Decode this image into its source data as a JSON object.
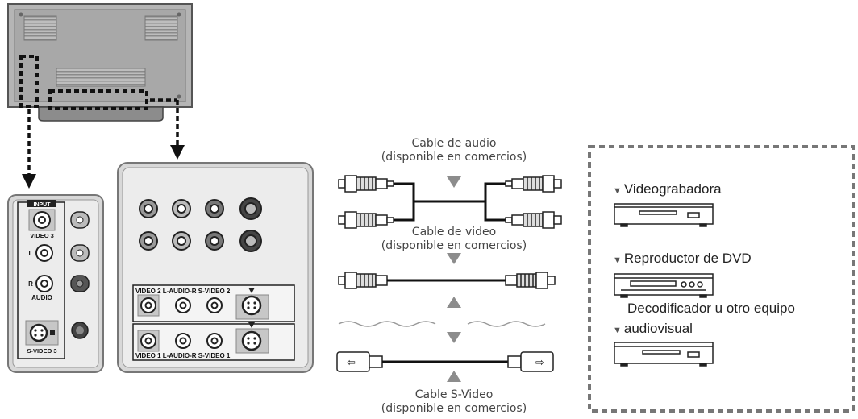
{
  "cables": {
    "audio": {
      "line1": "Cable de audio",
      "line2": "(disponible en comercios)"
    },
    "video": {
      "line1": "Cable de video",
      "line2": "(disponible en comercios)"
    },
    "svideo": {
      "line1": "Cable S-Video",
      "line2": "(disponible en comercios)"
    }
  },
  "devices": {
    "vcr": "Videograbadora",
    "dvd": "Reproductor de DVD",
    "decoder_line1": "Decodificador u otro equipo",
    "decoder_line2": "audiovisual"
  },
  "side_panel": {
    "input": "INPUT",
    "video3": "VIDEO 3",
    "l": "L",
    "r": "R",
    "audio": "AUDIO",
    "svideo3": "S-VIDEO 3"
  },
  "rear_panel": {
    "row1": "VIDEO 2 L-AUDIO-R S-VIDEO 2",
    "row2": "VIDEO 1 L-AUDIO-R S-VIDEO 1"
  }
}
